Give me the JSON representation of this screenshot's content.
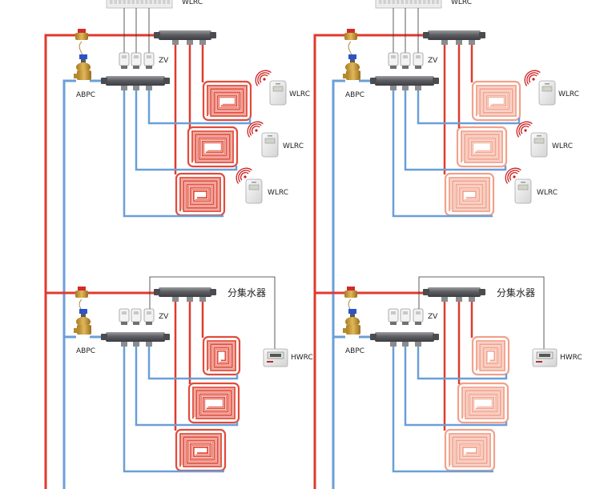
{
  "labels": {
    "wlrc": "WLRC",
    "zv": "ZV",
    "abpc": "ABPC",
    "manifold_cn": "分集水器",
    "hwrc": "HWRC"
  },
  "colors": {
    "supply_pipe": "#e03a2e",
    "return_pipe": "#6a9fd8",
    "loop_hot": "#e24b3a",
    "loop_warm": "#f2a08a",
    "manifold_body": "#6d6f73",
    "brass": "#c89a3a",
    "valve_red": "#d42a2a",
    "valve_blue": "#2a55c8",
    "signal": "#cc2020"
  },
  "icons": [
    "wireless-signal-icon",
    "room-thermostat-icon",
    "controller-box-icon",
    "actuator-icon",
    "pressure-valve-icon"
  ],
  "systems": [
    {
      "id": "left",
      "loop_color": "hot"
    },
    {
      "id": "right",
      "loop_color": "warm"
    }
  ]
}
